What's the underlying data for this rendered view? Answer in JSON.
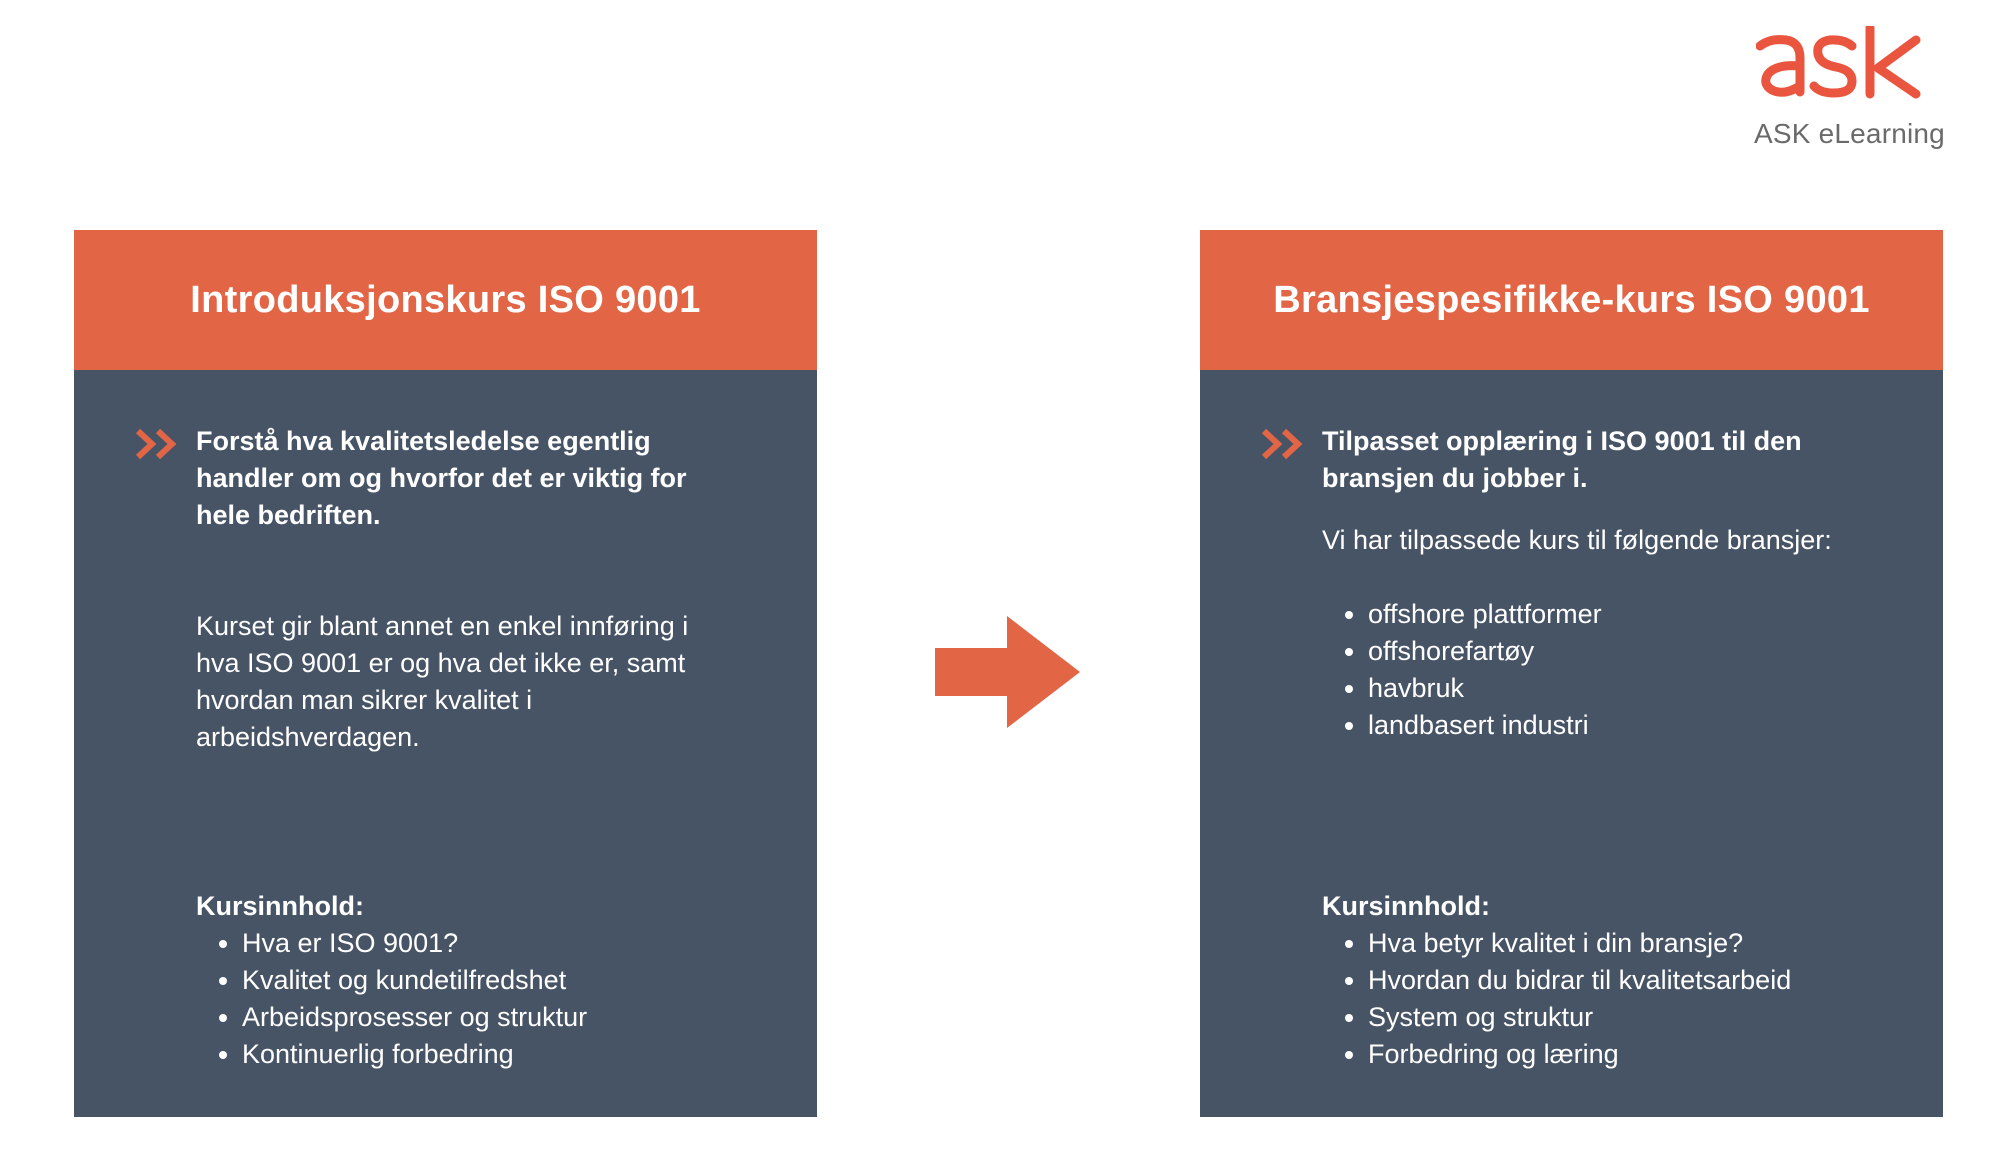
{
  "logo": {
    "mark": "ASK",
    "subtitle": "ASK eLearning",
    "color": "#e9553f"
  },
  "colors": {
    "accent": "#e26546",
    "card_bg": "#475466",
    "text_on_card": "#ffffff"
  },
  "flow_arrow": {
    "icon": "right-arrow-icon",
    "color": "#e26546"
  },
  "left_card": {
    "title": "Introduksjonskurs ISO 9001",
    "bullet_icon": "double-chevron-right-icon",
    "lead_lines": [
      "Forstå hva kvalitetsledelse egentlig",
      "handler om og hvorfor det er viktig for",
      "hele bedriften."
    ],
    "description_lines": [
      "Kurset gir blant annet en enkel innføring i",
      "hva ISO 9001 er og hva det ikke er, samt",
      "hvordan man sikrer kvalitet i",
      "arbeidshverdagen."
    ],
    "content_heading": "Kursinnhold:",
    "content_items": [
      "Hva er ISO 9001?",
      "Kvalitet og kundetilfredshet",
      "Arbeidsprosesser og struktur",
      "Kontinuerlig forbedring"
    ]
  },
  "right_card": {
    "title": "Bransjespesifikke-kurs ISO 9001",
    "bullet_icon": "double-chevron-right-icon",
    "lead_lines": [
      "Tilpasset opplæring i ISO 9001 til den",
      "bransjen du jobber i."
    ],
    "industries_intro": "Vi har tilpassede kurs til følgende bransjer:",
    "industries": [
      "offshore plattformer",
      "offshorefartøy",
      "havbruk",
      "landbasert industri"
    ],
    "content_heading": "Kursinnhold:",
    "content_items": [
      "Hva betyr kvalitet i din bransje?",
      "Hvordan du bidrar til kvalitetsarbeid",
      "System og struktur",
      "Forbedring og læring"
    ]
  }
}
